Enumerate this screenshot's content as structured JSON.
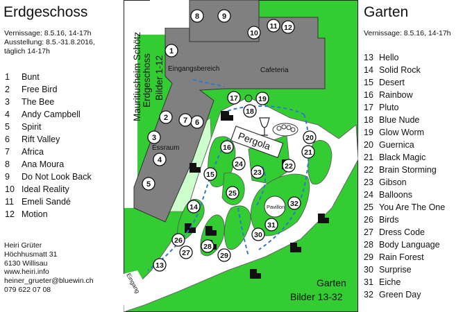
{
  "left": {
    "title": "Erdgeschoss",
    "lines": [
      "Vernissage: 8.5.16, 14-17h",
      "Ausstellung: 8.5.-31.8.2016,",
      "täglich 14-17h"
    ],
    "items": [
      {
        "num": "1",
        "name": "Bunt"
      },
      {
        "num": "2",
        "name": "Free Bird"
      },
      {
        "num": "3",
        "name": "The Bee"
      },
      {
        "num": "4",
        "name": "Andy Campbell"
      },
      {
        "num": "5",
        "name": "Spirit"
      },
      {
        "num": "6",
        "name": "Rift Valley"
      },
      {
        "num": "7",
        "name": "Africa"
      },
      {
        "num": "8",
        "name": "Ana Moura"
      },
      {
        "num": "9",
        "name": "Do Not Look Back"
      },
      {
        "num": "10",
        "name": "Ideal Reality"
      },
      {
        "num": "11",
        "name": "Emeli Sandé"
      },
      {
        "num": "12",
        "name": "Motion"
      }
    ],
    "contact": [
      "Heiri Grüter",
      "Höchhusmatt 31",
      "6130 Willisau",
      "www.heiri.info",
      "heiner_grueter@bluewin.ch",
      "079 622 07 08"
    ]
  },
  "right": {
    "title": "Garten",
    "lines": [
      "Vernissage: 8.5.16, 14-17h"
    ],
    "items": [
      {
        "num": "13",
        "name": "Hello"
      },
      {
        "num": "14",
        "name": "Solid Rock"
      },
      {
        "num": "15",
        "name": "Desert"
      },
      {
        "num": "16",
        "name": "Rainbow"
      },
      {
        "num": "17",
        "name": "Pluto"
      },
      {
        "num": "18",
        "name": "Blue Nude"
      },
      {
        "num": "19",
        "name": "Glow Worm"
      },
      {
        "num": "20",
        "name": "Guernica"
      },
      {
        "num": "21",
        "name": "Black Magic"
      },
      {
        "num": "22",
        "name": "Brain Storming"
      },
      {
        "num": "23",
        "name": "Gibson"
      },
      {
        "num": "24",
        "name": "Balloons"
      },
      {
        "num": "25",
        "name": "You Are The One"
      },
      {
        "num": "26",
        "name": "Birds"
      },
      {
        "num": "27",
        "name": "Dress Code"
      },
      {
        "num": "28",
        "name": "Body Language"
      },
      {
        "num": "29",
        "name": "Rain Forest"
      },
      {
        "num": "30",
        "name": "Surprise"
      },
      {
        "num": "31",
        "name": "Eiche"
      },
      {
        "num": "32",
        "name": "Green Day"
      }
    ]
  },
  "map": {
    "museum_label": "Mauritiusheim Schötz",
    "floor_label": "Erdgeschoss",
    "floor_pictures": "Bilder 1-12",
    "eingangsbereich": "Eingangsbereich",
    "cafeteria": "Cafeteria",
    "essraum": "Essraum",
    "pergola": "Pergola",
    "pavillon": "Pavillon",
    "eingang": "Eingang",
    "garden_label": "Garten",
    "garden_pictures": "Bilder 13-32",
    "colors": {
      "grass": "#33cc33",
      "building": "#808080",
      "path": "#ffffff",
      "light_green": "#ccffcc",
      "route": "#3377cc"
    },
    "markers": [
      "1",
      "2",
      "3",
      "4",
      "5",
      "6",
      "7",
      "8",
      "9",
      "10",
      "11",
      "12",
      "13",
      "14",
      "15",
      "16",
      "17",
      "18",
      "19",
      "20",
      "21",
      "22",
      "23",
      "24",
      "25",
      "26",
      "27",
      "28",
      "29",
      "30",
      "31",
      "32"
    ]
  }
}
